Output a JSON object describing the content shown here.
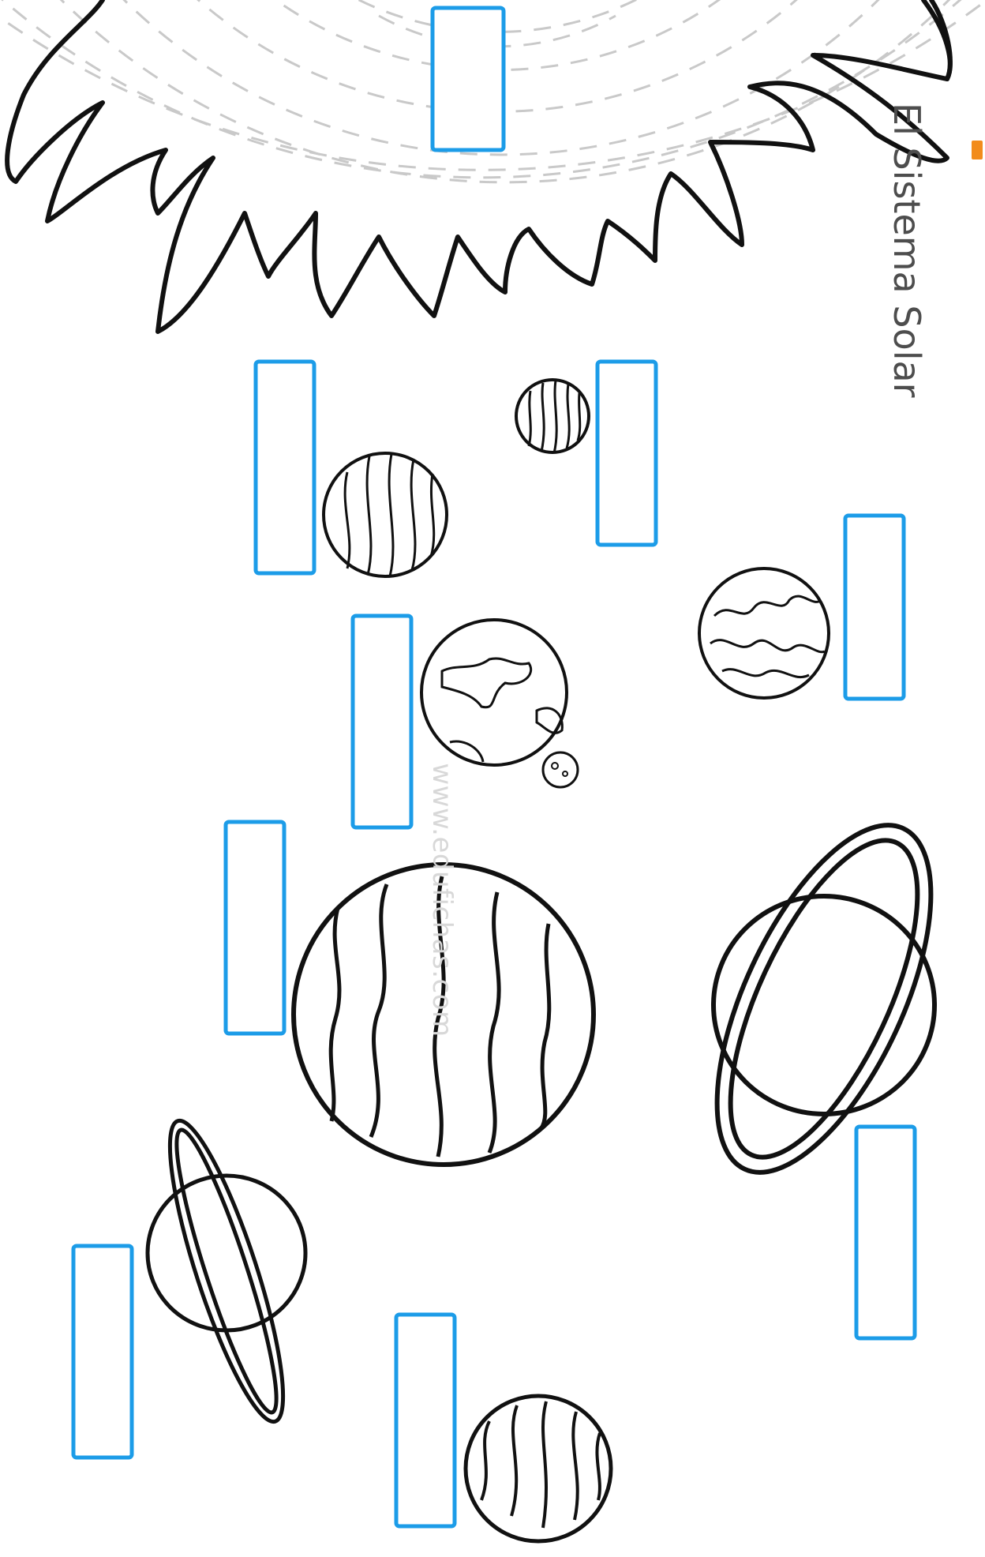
{
  "title": "El Sistema Solar",
  "watermark": "www.edufichas.com",
  "colors": {
    "label_box_border": "#1c9ce8",
    "orbit_dash": "#c8c8c8",
    "outline": "#111111",
    "title_text": "#4d4d4d",
    "logo_accent": "#f28c1c"
  },
  "bodies": [
    {
      "name": "sun-outline",
      "icon": "sun-icon"
    },
    {
      "name": "planet-mercury",
      "icon": "small-striped-planet-icon"
    },
    {
      "name": "planet-venus",
      "icon": "striped-planet-icon"
    },
    {
      "name": "planet-earth",
      "icon": "earth-with-moon-icon"
    },
    {
      "name": "planet-mars",
      "icon": "swirled-planet-icon"
    },
    {
      "name": "planet-jupiter",
      "icon": "large-banded-planet-icon"
    },
    {
      "name": "planet-saturn",
      "icon": "ringed-planet-icon"
    },
    {
      "name": "planet-uranus",
      "icon": "tilted-ring-planet-icon"
    },
    {
      "name": "planet-neptune",
      "icon": "banded-planet-icon"
    }
  ],
  "label_boxes": [
    {
      "name": "label-box-sun",
      "value": ""
    },
    {
      "name": "label-box-mercury",
      "value": ""
    },
    {
      "name": "label-box-venus",
      "value": ""
    },
    {
      "name": "label-box-earth",
      "value": ""
    },
    {
      "name": "label-box-mars",
      "value": ""
    },
    {
      "name": "label-box-jupiter",
      "value": ""
    },
    {
      "name": "label-box-saturn",
      "value": ""
    },
    {
      "name": "label-box-uranus",
      "value": ""
    },
    {
      "name": "label-box-neptune",
      "value": ""
    }
  ]
}
